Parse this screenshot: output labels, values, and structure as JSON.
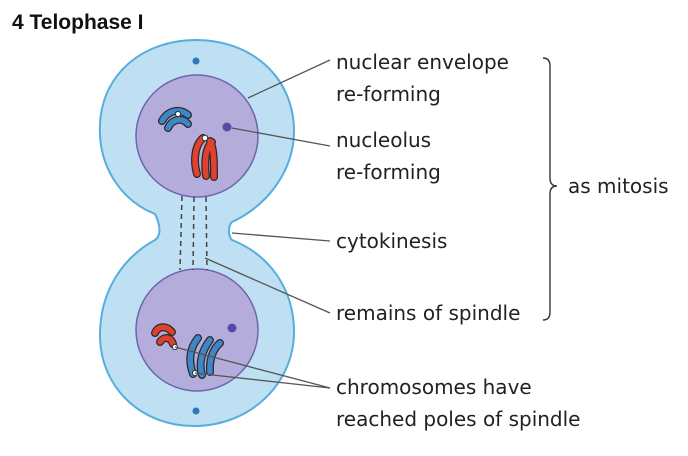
{
  "title": "4 Telophase I",
  "labels": {
    "nuclear_envelope_line1": "nuclear envelope",
    "nuclear_envelope_line2": "re-forming",
    "nucleolus_line1": "nucleolus",
    "nucleolus_line2": "re-forming",
    "cytokinesis": "cytokinesis",
    "spindle_remains": "remains of spindle",
    "chromosomes_line1": "chromosomes have",
    "chromosomes_line2": "reached poles of spindle",
    "as_mitosis": "as mitosis"
  },
  "colors": {
    "cytoplasm": "#bfe0f2",
    "cell_outline": "#55aedd",
    "nucleus": "#b4addb",
    "nucleus_outline": "#6e64ad",
    "nucleolus": "#5b49a6",
    "centriole": "#2d78b5",
    "chromosome_red": "#e0402e",
    "chromosome_blue": "#3f86c4",
    "leader_line": "#555555"
  }
}
